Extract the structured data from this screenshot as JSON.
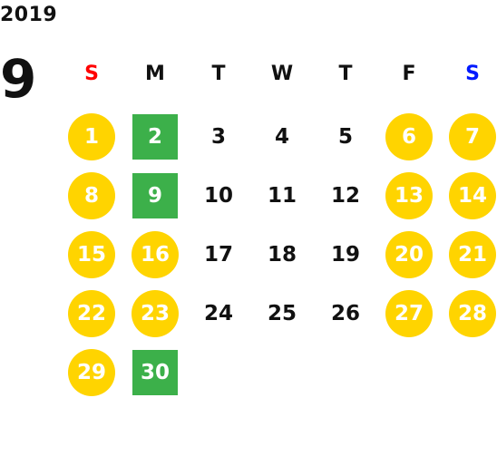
{
  "calendar": {
    "year": "2019",
    "month": "9",
    "weekdays": [
      "S",
      "M",
      "T",
      "W",
      "T",
      "F",
      "S"
    ],
    "start_offset": 0,
    "days": [
      {
        "label": "1",
        "style": "holiday"
      },
      {
        "label": "2",
        "style": "special"
      },
      {
        "label": "3",
        "style": "normal"
      },
      {
        "label": "4",
        "style": "normal"
      },
      {
        "label": "5",
        "style": "normal"
      },
      {
        "label": "6",
        "style": "holiday"
      },
      {
        "label": "7",
        "style": "holiday"
      },
      {
        "label": "8",
        "style": "holiday"
      },
      {
        "label": "9",
        "style": "special"
      },
      {
        "label": "10",
        "style": "normal"
      },
      {
        "label": "11",
        "style": "normal"
      },
      {
        "label": "12",
        "style": "normal"
      },
      {
        "label": "13",
        "style": "holiday"
      },
      {
        "label": "14",
        "style": "holiday"
      },
      {
        "label": "15",
        "style": "holiday"
      },
      {
        "label": "16",
        "style": "holiday"
      },
      {
        "label": "17",
        "style": "normal"
      },
      {
        "label": "18",
        "style": "normal"
      },
      {
        "label": "19",
        "style": "normal"
      },
      {
        "label": "20",
        "style": "holiday"
      },
      {
        "label": "21",
        "style": "holiday"
      },
      {
        "label": "22",
        "style": "holiday"
      },
      {
        "label": "23",
        "style": "holiday"
      },
      {
        "label": "24",
        "style": "normal"
      },
      {
        "label": "25",
        "style": "normal"
      },
      {
        "label": "26",
        "style": "normal"
      },
      {
        "label": "27",
        "style": "holiday"
      },
      {
        "label": "28",
        "style": "holiday"
      },
      {
        "label": "29",
        "style": "holiday"
      },
      {
        "label": "30",
        "style": "special"
      }
    ]
  },
  "colors": {
    "holiday": "#ffd400",
    "special": "#3cb04a",
    "sunday_header": "#ff0000",
    "saturday_header": "#0019ff",
    "text": "#111111"
  }
}
